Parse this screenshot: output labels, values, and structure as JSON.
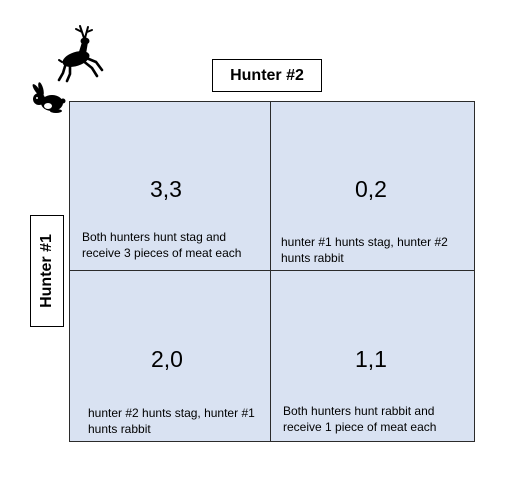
{
  "labels": {
    "column_player": "Hunter #2",
    "row_player": "Hunter #1"
  },
  "icons": {
    "top": "stag-icon",
    "bottom": "rabbit-icon",
    "color": "#000000"
  },
  "matrix": {
    "fill_color": "#d9e2f2",
    "cells": [
      {
        "payoff": "3,3",
        "description": "Both hunters hunt stag and receive 3 pieces of meat each"
      },
      {
        "payoff": "0,2",
        "description": "hunter #1 hunts stag, hunter #2 hunts rabbit"
      },
      {
        "payoff": "2,0",
        "description": "hunter #2 hunts stag, hunter #1 hunts rabbit"
      },
      {
        "payoff": "1,1",
        "description": "Both hunters hunt rabbit and receive 1 piece of meat each"
      }
    ]
  }
}
